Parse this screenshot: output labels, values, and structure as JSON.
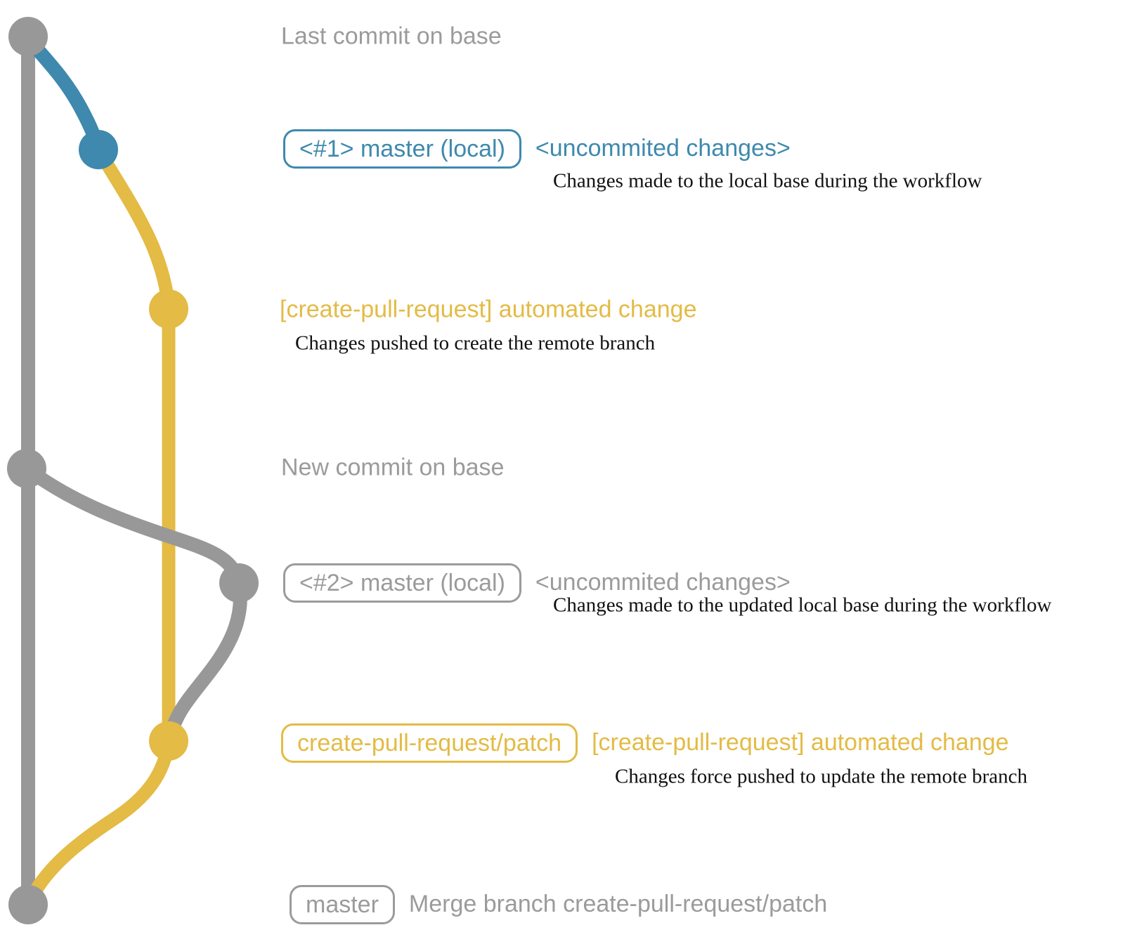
{
  "colors": {
    "graph_gray": "#989898",
    "gray_text": "#9b9b9b",
    "blue": "#3e89ad",
    "yellow": "#e3bb45",
    "black_text": "#111111"
  },
  "rows": {
    "row1": {
      "label": "Last commit on base"
    },
    "row2": {
      "badge": "<#1> master (local)",
      "note": "<uncommited changes>",
      "desc": "Changes made to the local base during the workflow"
    },
    "row3": {
      "label": "[create-pull-request] automated change",
      "desc": "Changes pushed to create the remote branch"
    },
    "row4": {
      "label": "New commit on base"
    },
    "row5": {
      "badge": "<#2> master (local)",
      "note": "<uncommited changes>",
      "desc": "Changes made to the updated local base during the workflow"
    },
    "row6": {
      "badge": "create-pull-request/patch",
      "label": "[create-pull-request] automated change",
      "desc": "Changes force pushed to update the remote branch"
    },
    "row7": {
      "badge": "master",
      "label": "Merge branch create-pull-request/patch"
    }
  }
}
